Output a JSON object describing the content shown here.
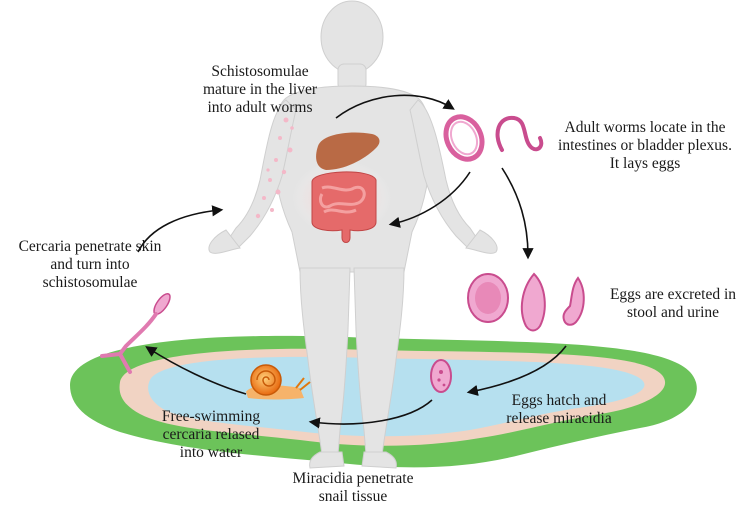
{
  "labels": {
    "mature": [
      "Schistosomulae",
      "mature in the liver",
      "into adult worms"
    ],
    "adult": [
      "Adult worms locate in the",
      "intestines or bladder plexus.",
      "It lays eggs"
    ],
    "eggs": [
      "Eggs are excreted in",
      "stool and urine"
    ],
    "hatch": [
      "Eggs hatch and",
      "release miracidia"
    ],
    "snail": [
      "Miracidia penetrate",
      "snail tissue"
    ],
    "cercaria_free": [
      "Free-swimming",
      "cercaria relased",
      "into water"
    ],
    "skin": [
      "Cercaria penetrate skin",
      "and turn into",
      "schistosomulae"
    ]
  },
  "colors": {
    "body": "#e4e4e4",
    "worm": "#d9609e",
    "egg": "#f0a8d0",
    "water": "#b6e0ef",
    "grass": "#6cc35a",
    "shore": "#f1d3c3",
    "liver": "#b96a45",
    "intestine": "#e56a6a",
    "snail": "#f08a1a",
    "arrow": "#111111"
  }
}
